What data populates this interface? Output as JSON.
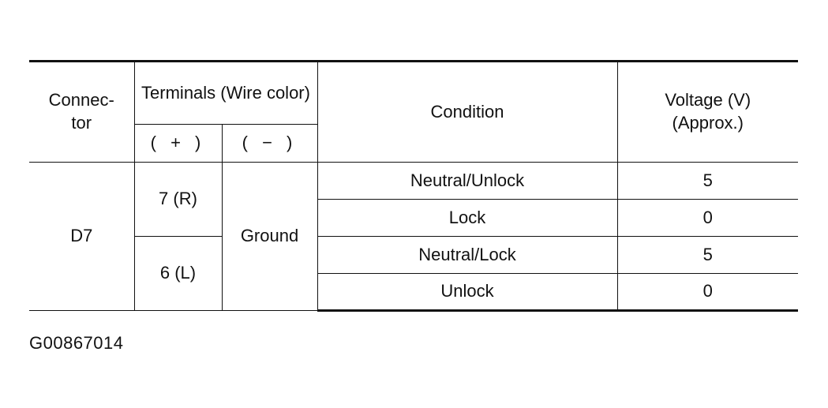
{
  "table": {
    "headers": {
      "connector": "Connec-\ntor",
      "terminals": "Terminals (Wire color)",
      "plus": "( + )",
      "minus": "( − )",
      "condition": "Condition",
      "voltage": "Voltage (V)\n(Approx.)"
    },
    "connector": "D7",
    "terminal_groups": [
      {
        "plus": "7 (R)"
      },
      {
        "plus": "6 (L)"
      }
    ],
    "minus": "Ground",
    "rows": [
      {
        "condition": "Neutral/Unlock",
        "voltage": "5"
      },
      {
        "condition": "Lock",
        "voltage": "0"
      },
      {
        "condition": "Neutral/Lock",
        "voltage": "5"
      },
      {
        "condition": "Unlock",
        "voltage": "0"
      }
    ]
  },
  "figure_id": "G00867014"
}
